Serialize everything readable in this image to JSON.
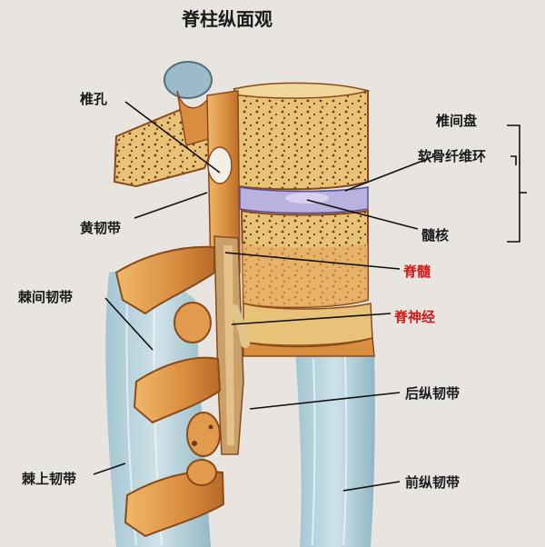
{
  "title": "脊柱纵面观",
  "labels": {
    "vertebral_foramen": "椎孔",
    "ligamentum_flavum": "黄韧带",
    "interspinous_ligament": "棘间韧带",
    "supraspinous_ligament": "棘上韧带",
    "intervertebral_disc": "椎间盘",
    "annulus_fibrosus": "软骨纤维环",
    "nucleus_pulposus": "髓核",
    "spinal_cord": "脊髓",
    "spinal_nerve": "脊神经",
    "posterior_longitudinal_ligament": "后纵韧带",
    "anterior_longitudinal_ligament": "前纵韧带"
  },
  "colors": {
    "bone": "#e8a85a",
    "bone_shadow": "#b86a28",
    "cortex": "#f2d69a",
    "spongy": "#e9c27a",
    "disc": "#b9b2de",
    "ligament_blue": "#b4d0da",
    "label_red": "#d21a1a"
  }
}
